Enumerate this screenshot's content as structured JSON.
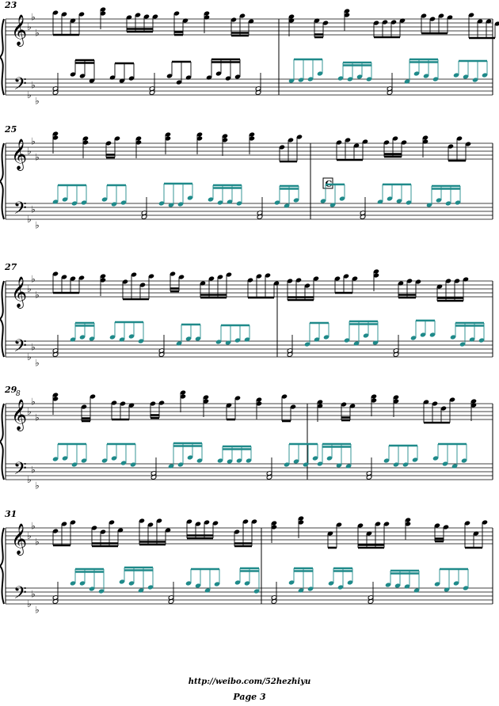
{
  "systems": [
    {
      "measure_number": "23",
      "mid_barline": true,
      "section_label": ""
    },
    {
      "measure_number": "25",
      "mid_barline": true,
      "section_label": "C"
    },
    {
      "measure_number": "27",
      "mid_barline": true,
      "section_label": ""
    },
    {
      "measure_number": "29",
      "mid_barline": true,
      "section_label": ""
    },
    {
      "measure_number": "31",
      "mid_barline": true,
      "section_label": ""
    }
  ],
  "ottava_marks": [
    {
      "system": 3,
      "text": "8"
    }
  ],
  "colors": {
    "ink": "#000000",
    "highlight": "#1f8a8a"
  },
  "footer": {
    "url": "http://weibo.com/52hezhiyu",
    "page": "Page 3"
  }
}
